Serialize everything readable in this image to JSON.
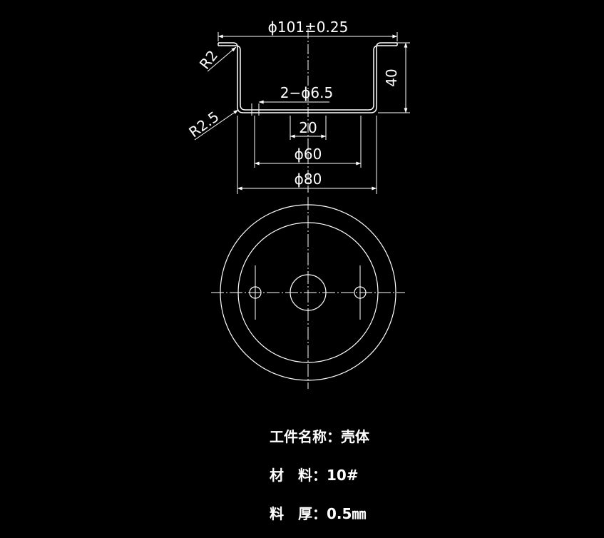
{
  "drawing": {
    "background_color": "#000000",
    "line_color": "#ffffff",
    "dimensions": {
      "flange_diameter": "ϕ101±0.25",
      "height": "40",
      "flange_radius": "R2",
      "bottom_radius": "R2.5",
      "hole_spec": "2−ϕ6.5",
      "center_hole_width": "20",
      "hole_pitch_diameter": "ϕ60",
      "body_diameter": "ϕ80"
    }
  },
  "info": {
    "part_name": "工件名称：壳体",
    "material": "材　料：10#",
    "thickness": "料　厚：0.5㎜"
  }
}
